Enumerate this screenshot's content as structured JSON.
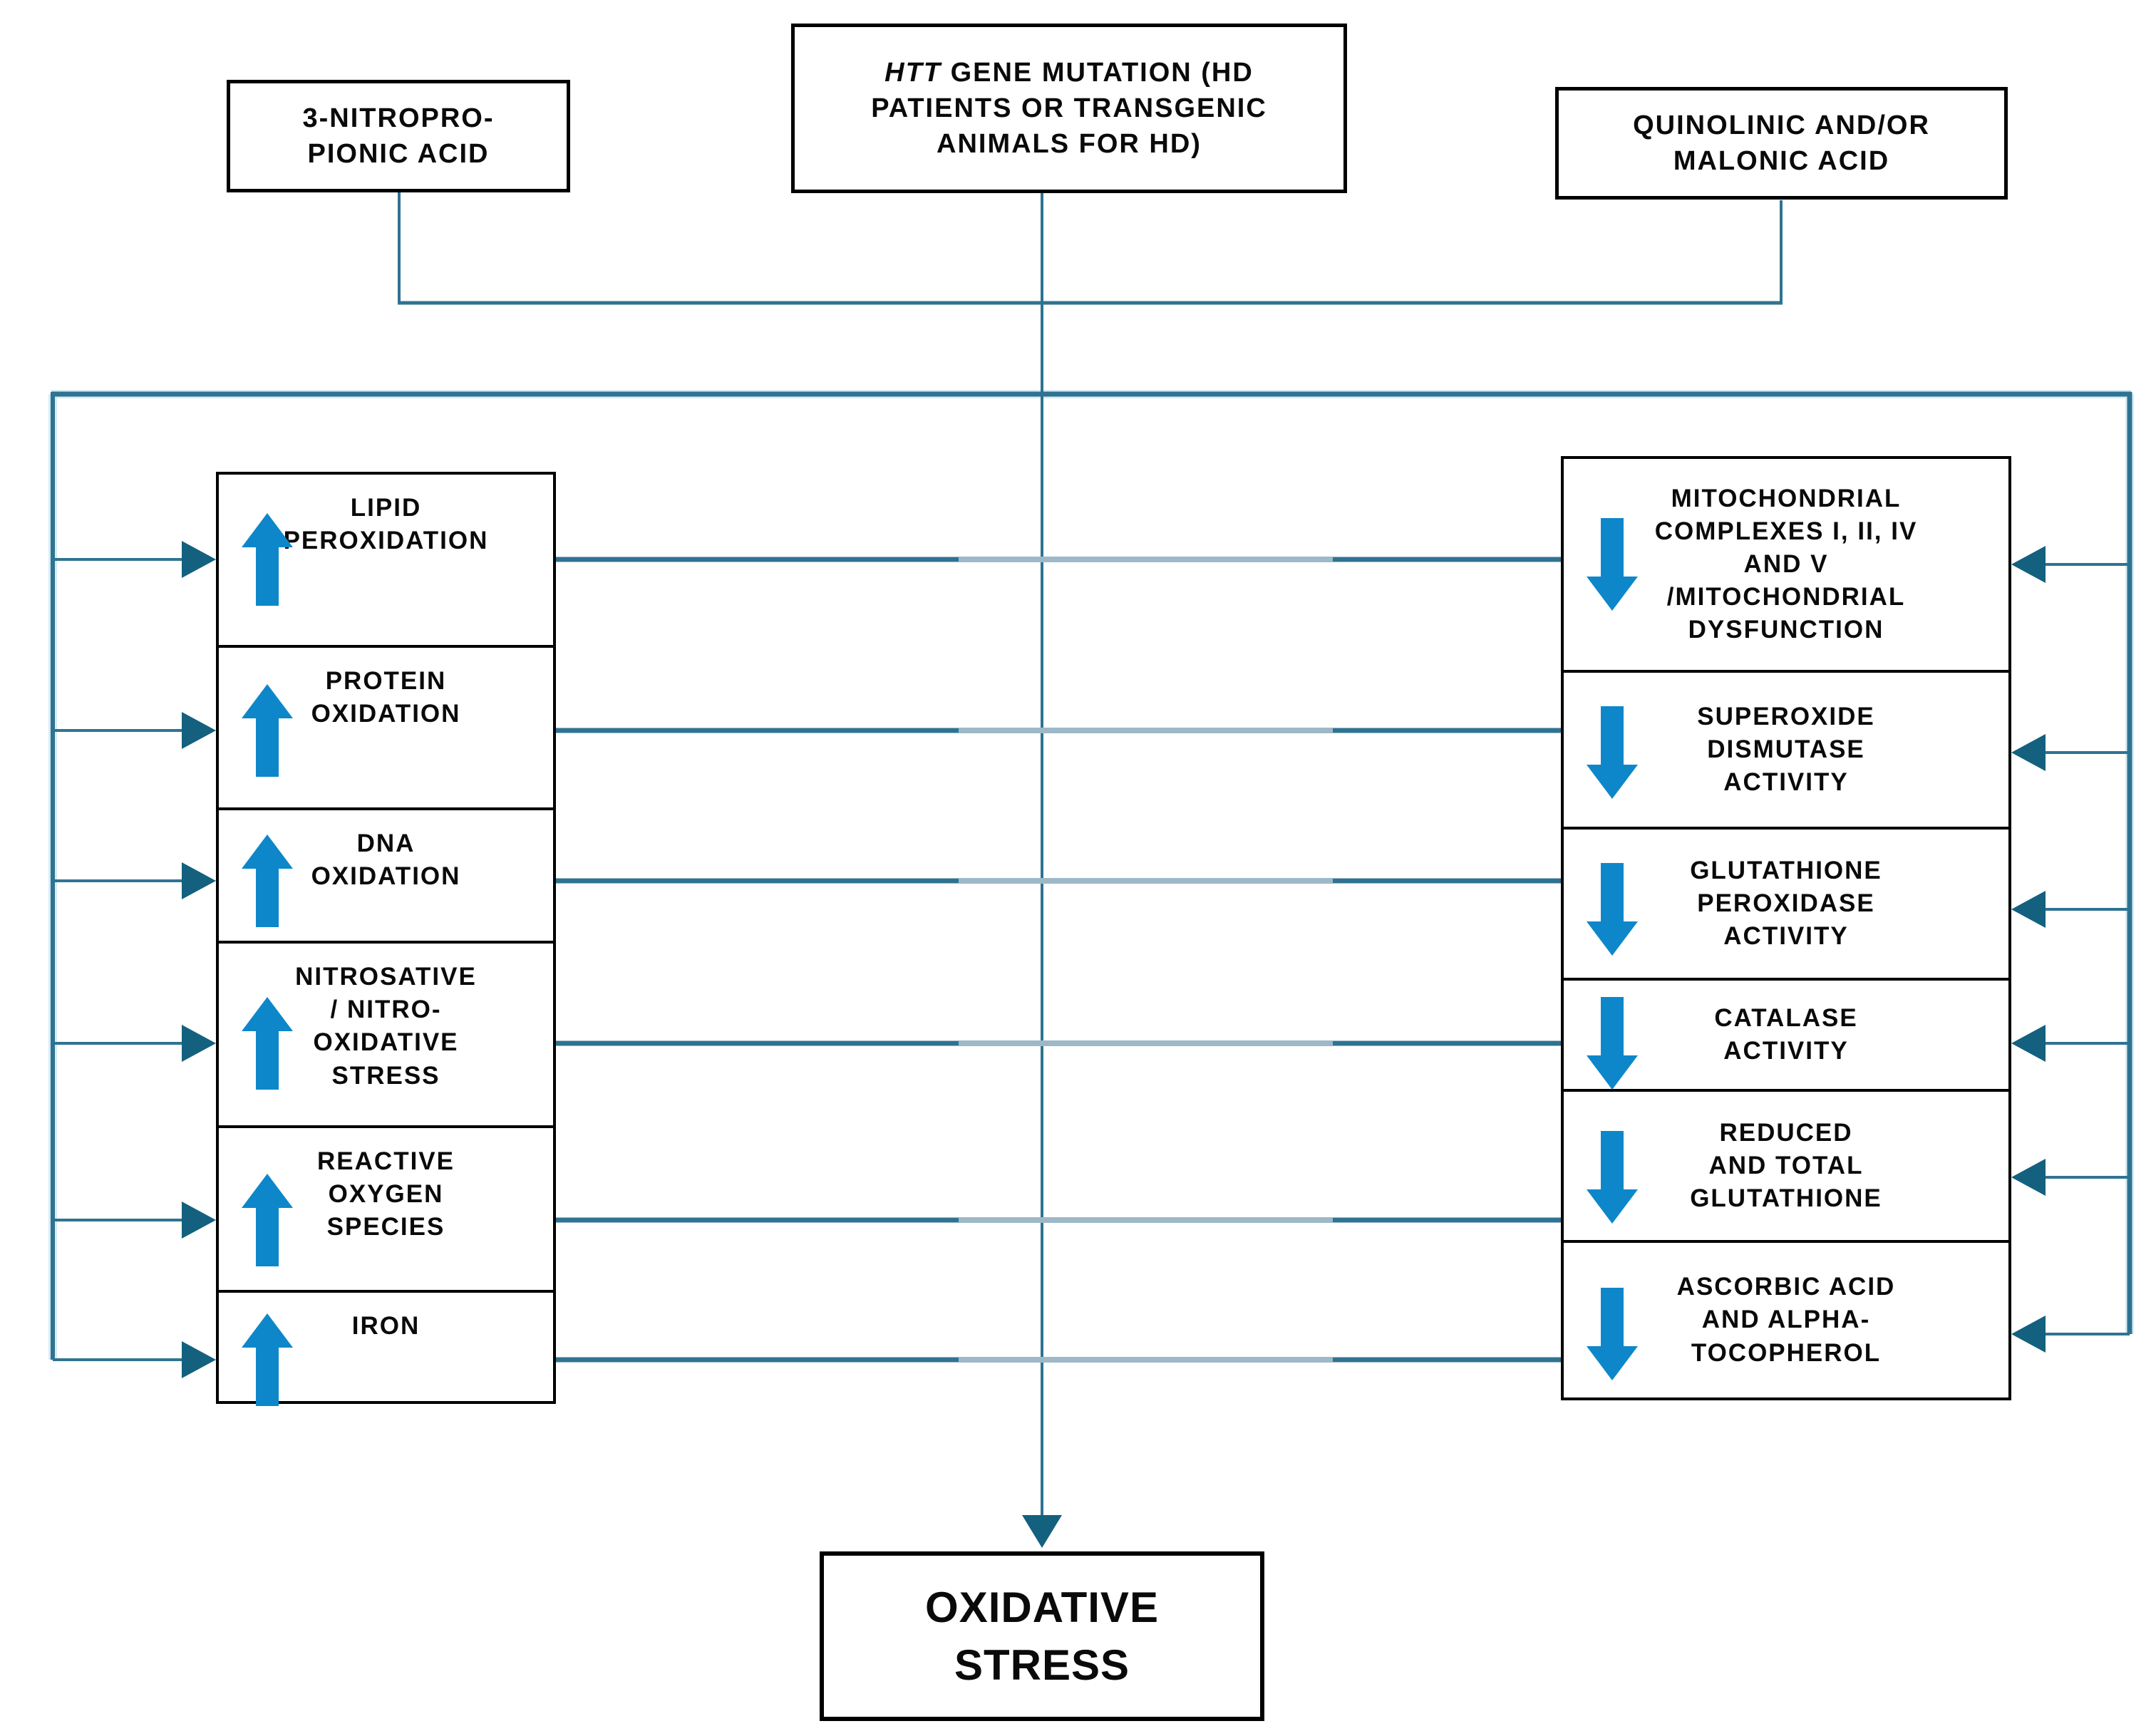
{
  "colors": {
    "connector": "#2f7392",
    "connector_light": "#9db9c8",
    "connector_glow": "#d6ecf5",
    "arrowhead": "#14607f",
    "block_arrow": "#0d87ca",
    "box_border": "#000000",
    "background": "#ffffff",
    "text": "#0a0a0a"
  },
  "icons": {
    "increase": "up-block-arrow",
    "decrease": "down-block-arrow",
    "flow": "triangle-arrowhead"
  },
  "sources": {
    "nitropropionic": {
      "label": "3-NITROPRO-\nPIONIC ACID"
    },
    "htt_gene": {
      "gene_italic": "HTT",
      "rest": " GENE MUTATION (HD\nPATIENTS OR TRANSGENIC\nANIMALS FOR HD)"
    },
    "quinolinic": {
      "label": "QUINOLINIC AND/OR\nMALONIC ACID"
    }
  },
  "increased_markers": [
    {
      "label": "LIPID\nPEROXIDATION",
      "direction": "up"
    },
    {
      "label": "PROTEIN\nOXIDATION",
      "direction": "up"
    },
    {
      "label": "DNA\nOXIDATION",
      "direction": "up"
    },
    {
      "label": "NITROSATIVE\n/ NITRO-\nOXIDATIVE\nSTRESS",
      "direction": "up"
    },
    {
      "label": "REACTIVE\nOXYGEN\nSPECIES",
      "direction": "up"
    },
    {
      "label": "IRON",
      "direction": "up"
    }
  ],
  "decreased_markers": [
    {
      "label": "MITOCHONDRIAL\nCOMPLEXES I, II, IV\nAND V\n/MITOCHONDRIAL\nDYSFUNCTION",
      "direction": "down"
    },
    {
      "label": "SUPEROXIDE\nDISMUTASE\nACTIVITY",
      "direction": "down"
    },
    {
      "label": "GLUTATHIONE\nPEROXIDASE\nACTIVITY",
      "direction": "down"
    },
    {
      "label": "CATALASE\nACTIVITY",
      "direction": "down"
    },
    {
      "label": "REDUCED\nAND TOTAL\nGLUTATHIONE",
      "direction": "down"
    },
    {
      "label": "ASCORBIC ACID\nAND ALPHA-\nTOCOPHEROL",
      "direction": "down"
    }
  ],
  "outcome": {
    "label": "OXIDATIVE\nSTRESS"
  }
}
